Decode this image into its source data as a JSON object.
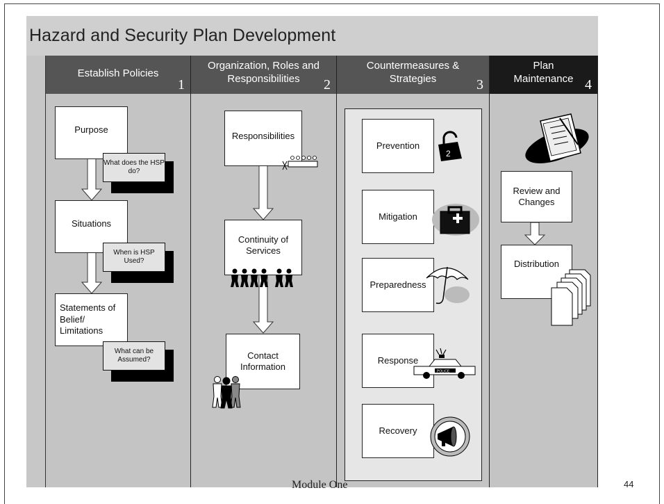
{
  "title": "Hazard and Security Plan Development",
  "columns": [
    {
      "header_lines": [
        "Establish Policies"
      ],
      "number": "1",
      "header_color": "#555555"
    },
    {
      "header_lines": [
        "Organization, Roles and",
        "Responsibilities"
      ],
      "number": "2",
      "header_color": "#555555"
    },
    {
      "header_lines": [
        "Countermeasures &",
        "Strategies"
      ],
      "number": "3",
      "header_color": "#555555"
    },
    {
      "header_lines": [
        "Plan",
        "Maintenance"
      ],
      "number": "4",
      "header_color": "#1a1a1a"
    }
  ],
  "col1": {
    "boxes": [
      "Purpose",
      "Situations",
      "Statements of Belief/ Limitations"
    ],
    "questions": [
      "What does the HSP do?",
      "When is HSP Used?",
      "What can be Assumed?"
    ]
  },
  "col2": {
    "boxes": [
      "Responsibilities",
      "Continuity of Services",
      "Contact Information"
    ]
  },
  "col3": {
    "boxes": [
      "Prevention",
      "Mitigation",
      "Preparedness",
      "Response",
      "Recovery"
    ],
    "police_text": "POLICE"
  },
  "col4": {
    "boxes": [
      "Review and Changes",
      "Distribution"
    ]
  },
  "footer": "Module One",
  "page_number": "44",
  "colors": {
    "background": "#cfcfcf",
    "column": "#c4c4c4",
    "header": "#555555",
    "header_dark": "#1a1a1a"
  }
}
